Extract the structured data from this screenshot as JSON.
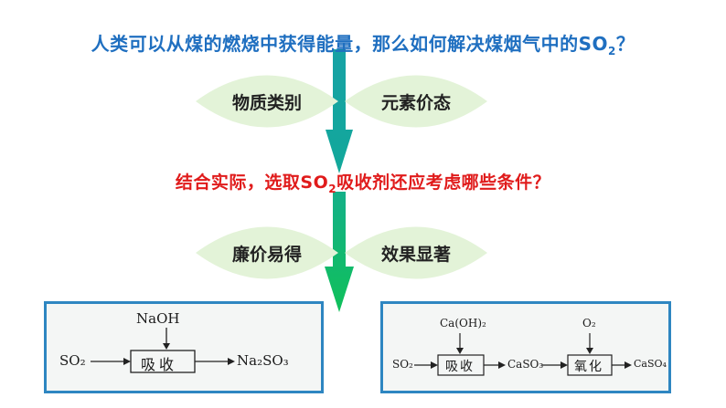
{
  "question_top": {
    "text": "人类可以从煤的燃烧中获得能量，那么如何解决煤烟气中的SO",
    "sub": "2",
    "tail": "？"
  },
  "petals_row1": {
    "left": "物质类别",
    "right": "元素价态"
  },
  "question_mid": {
    "text": "结合实际，选取SO",
    "sub": "2",
    "tail": "吸收剂还应考虑哪些条件？"
  },
  "petals_row2": {
    "left": "廉价易得",
    "right": "效果显著"
  },
  "left_flow": {
    "reagent": "NaOH",
    "input": "SO₂",
    "process": "吸收",
    "output": "Na₂SO₃"
  },
  "right_flow": {
    "reagent1": "Ca(OH)₂",
    "reagent2": "O₂",
    "input": "SO₂",
    "process1": "吸收",
    "mid": "CaSO₃",
    "process2": "氧化",
    "output": "CaSO₄"
  },
  "colors": {
    "question_top": "#1f6fc0",
    "question_mid": "#e01b1b",
    "petal": "#e3f3d8",
    "arrow_top": "#17a2a5",
    "arrow_bottom": "#10c05a",
    "frame": "#2e86c1"
  }
}
